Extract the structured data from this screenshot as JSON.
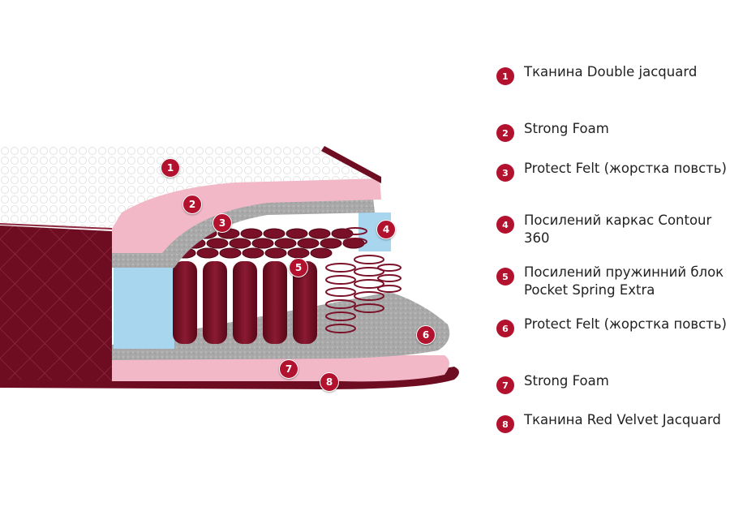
{
  "layers": [
    {
      "num": "1",
      "label": "Тканина Double jacquard"
    },
    {
      "num": "2",
      "label": "Strong Foam"
    },
    {
      "num": "3",
      "label": "Protect Felt (жорстка повсть)"
    },
    {
      "num": "4",
      "label": "Посилений каркас Contour 360"
    },
    {
      "num": "5",
      "label": "Посилений пружинний блок Pocket Spring Extra"
    },
    {
      "num": "6",
      "label": "Protect Felt (жорстка повсть)"
    },
    {
      "num": "7",
      "label": "Strong Foam"
    },
    {
      "num": "8",
      "label": "Тканина Red Velvet Jacquard"
    }
  ],
  "colors": {
    "accent": "#b3122e",
    "velvet": "#6e0c22",
    "foam": "#f2b8c8",
    "felt": "#a9a9a9",
    "frame": "#a9d6ef",
    "spring": "#7a1028"
  }
}
